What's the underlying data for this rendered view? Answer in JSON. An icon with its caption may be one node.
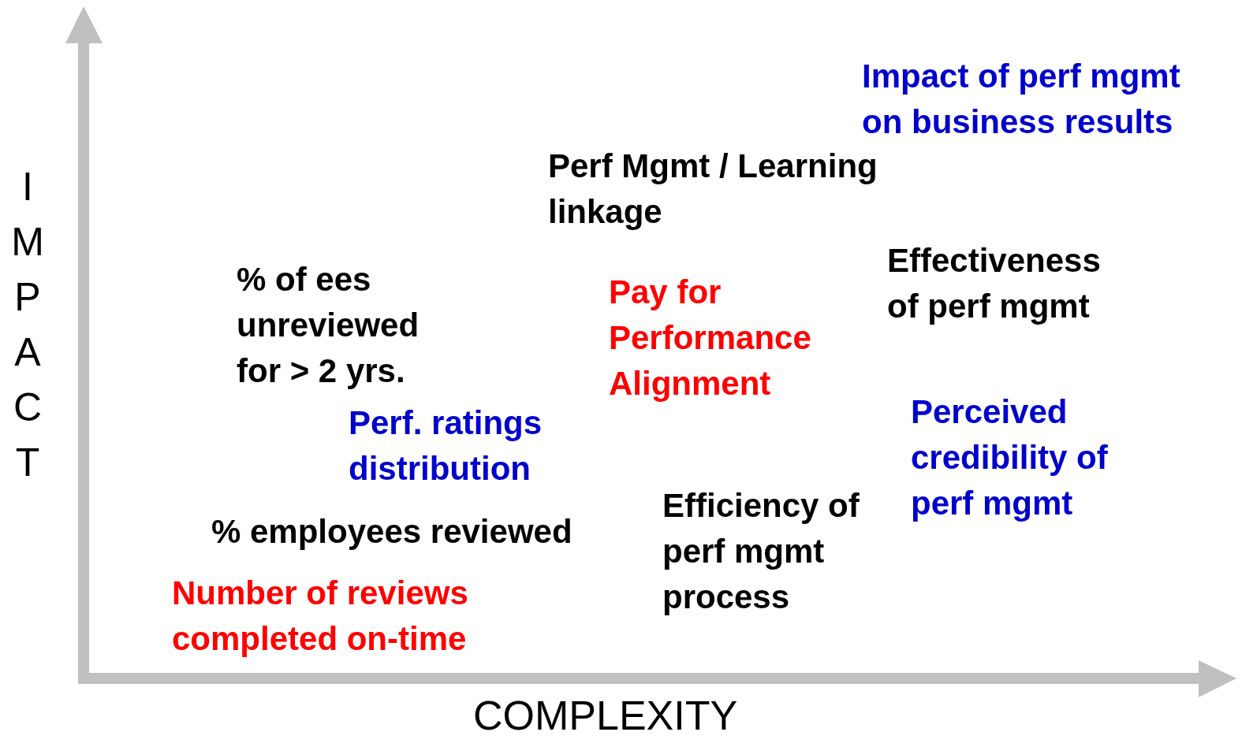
{
  "diagram": {
    "labels": [
      "Impact of perf mgmt on business results",
      "Perf Mgmt / Learning linkage",
      "IMPACT",
      "% of ees unreviewed for > 2 yrs.",
      "Effectiveness of perf mgmt",
      "Pay for Performance Alignment",
      "Perceived credibility of perf mgmt",
      "Perf. ratings distribution",
      "Efficiency of perf mgmt process",
      "% employees reviewed",
      "Number of reviews completed on-time",
      "COMPLEXITY"
    ]
  }
}
